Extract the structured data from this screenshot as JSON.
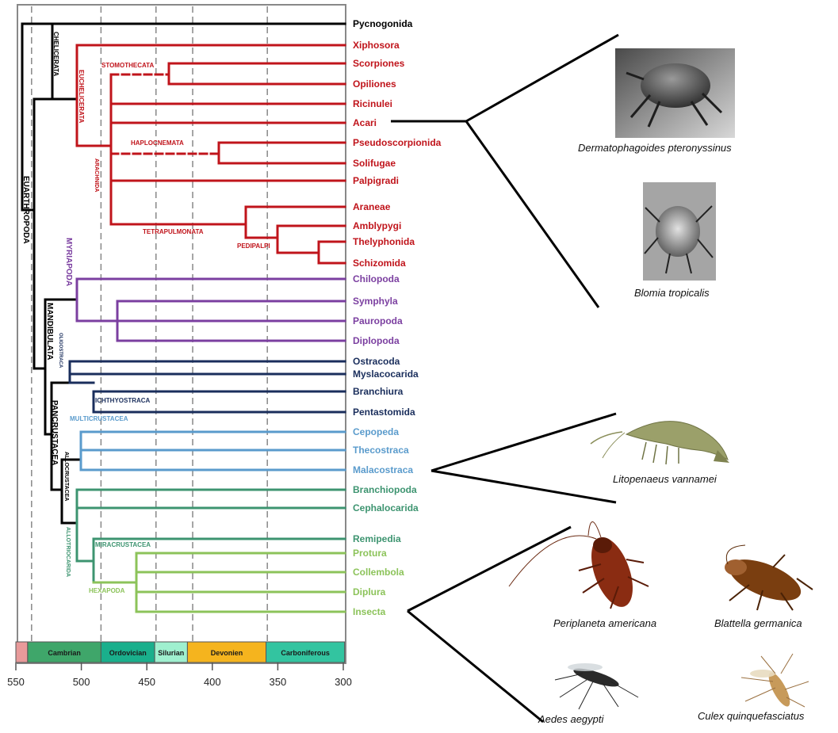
{
  "taxa": [
    {
      "label": "Pycnogonida",
      "color": "#000000"
    },
    {
      "label": "Xiphosora",
      "color": "#c0141b"
    },
    {
      "label": "Scorpiones",
      "color": "#c0141b"
    },
    {
      "label": "Opiliones",
      "color": "#c0141b"
    },
    {
      "label": "Ricinulei",
      "color": "#c0141b"
    },
    {
      "label": "Acari",
      "color": "#c0141b"
    },
    {
      "label": "Pseudoscorpionida",
      "color": "#c0141b"
    },
    {
      "label": "Solifugae",
      "color": "#c0141b"
    },
    {
      "label": "Palpigradi",
      "color": "#c0141b"
    },
    {
      "label": "Araneae",
      "color": "#c0141b"
    },
    {
      "label": "Amblypygi",
      "color": "#c0141b"
    },
    {
      "label": "Thelyphonida",
      "color": "#c0141b"
    },
    {
      "label": "Schizomida",
      "color": "#c0141b"
    },
    {
      "label": "Chilopoda",
      "color": "#7b3fa0"
    },
    {
      "label": "Symphyla",
      "color": "#7b3fa0"
    },
    {
      "label": "Pauropoda",
      "color": "#7b3fa0"
    },
    {
      "label": "Diplopoda",
      "color": "#7b3fa0"
    },
    {
      "label": "Ostracoda",
      "color": "#1a2e5c"
    },
    {
      "label": "Myslacocarida",
      "color": "#1a2e5c"
    },
    {
      "label": "Branchiura",
      "color": "#1a2e5c"
    },
    {
      "label": "Pentastomida",
      "color": "#1a2e5c"
    },
    {
      "label": "Cepopeda",
      "color": "#5a9bcc"
    },
    {
      "label": "Thecostraca",
      "color": "#5a9bcc"
    },
    {
      "label": "Malacostraca",
      "color": "#5a9bcc"
    },
    {
      "label": "Branchiopoda",
      "color": "#3d9470"
    },
    {
      "label": "Cephalocarida",
      "color": "#3d9470"
    },
    {
      "label": "Remipedia",
      "color": "#3d9470"
    },
    {
      "label": "Protura",
      "color": "#8cc35a"
    },
    {
      "label": "Collembola",
      "color": "#8cc35a"
    },
    {
      "label": "Diplura",
      "color": "#8cc35a"
    },
    {
      "label": "Insecta",
      "color": "#8cc35a"
    }
  ],
  "clades": {
    "chelicerata": "CHELICERATA",
    "euchelicerata": "EUCHELICERATA",
    "stomothecata": "STOMOTHECATA",
    "haplocnemata": "HAPLOCNEMATA",
    "arachnida": "ARACHNIDA",
    "tetrapulmonata": "TETRAPULMONATA",
    "pedipalpi": "PEDIPALPI",
    "euarthropoda": "EUARTHROPODA",
    "myriapoda": "MYRIAPODA",
    "mandibulata": "MANDIBULATA",
    "oligostraca": "OLIGOSTRACA",
    "ichthyostraca": "ICHTHYOSTRACA",
    "pancrustacea": "PANCRUSTACEA",
    "multicrustacea": "MULTICRUSTACEA",
    "allotriocarida_a": "ALLOCRUSTACEA",
    "allotriocarida_b": "ALLOTRIOCARIDA",
    "miracrustacea": "MIRACRUSTACEA",
    "hexapoda": "HEXAPODA"
  },
  "periods": [
    {
      "name": "",
      "start": 550,
      "end": 541,
      "color": "#e89a9a"
    },
    {
      "name": "Cambrian",
      "start": 541,
      "end": 485,
      "color": "#3fa66a"
    },
    {
      "name": "Ordovician",
      "start": 485,
      "end": 444,
      "color": "#1aaf8c"
    },
    {
      "name": "Silurian",
      "start": 444,
      "end": 419,
      "color": "#9ff0cf"
    },
    {
      "name": "Devonien",
      "start": 419,
      "end": 359,
      "color": "#f5b41e"
    },
    {
      "name": "Carboniferous",
      "start": 359,
      "end": 299,
      "color": "#33c4a0"
    }
  ],
  "axis": {
    "ticks": [
      "550",
      "500",
      "450",
      "400",
      "350",
      "300"
    ],
    "tick_values": [
      550,
      500,
      450,
      400,
      350,
      300
    ],
    "dashed_lines": [
      538,
      485,
      443,
      415,
      358
    ]
  },
  "species": {
    "dermatophagoides": "Dermatophagoides pteronyssinus",
    "blomia": "Blomia tropicalis",
    "litopenaeus": "Litopenaeus vannamei",
    "periplaneta": "Periplaneta americana",
    "blattella": "Blattella germanica",
    "aedes": "Aedes aegypti",
    "culex": "Culex quinquefasciatus"
  }
}
